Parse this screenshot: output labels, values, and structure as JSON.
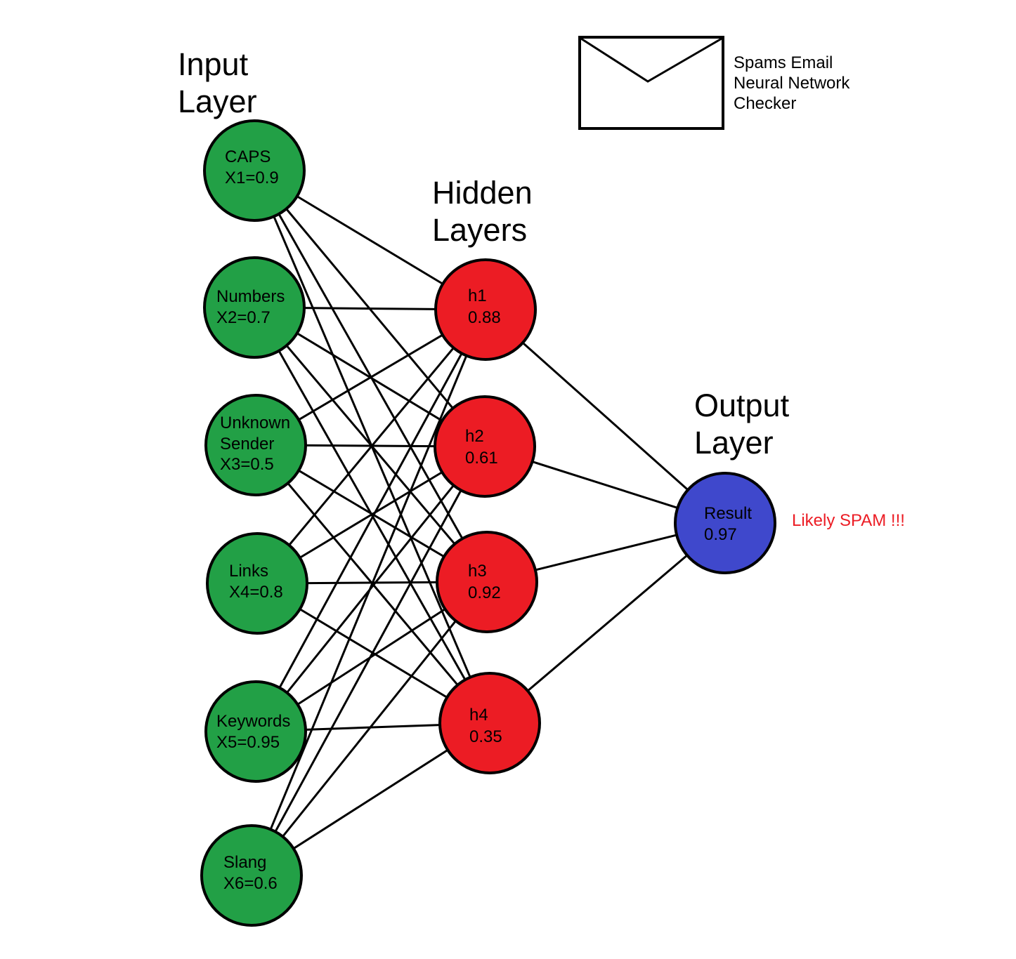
{
  "titles": {
    "input": [
      "Input",
      "Layer"
    ],
    "hidden": [
      "Hidden",
      "Layers"
    ],
    "output": [
      "Output",
      "Layer"
    ]
  },
  "caption": [
    "Spams Email",
    "Neural Network",
    "Checker"
  ],
  "input_nodes": [
    {
      "id": "x1",
      "lines": [
        "CAPS",
        "X1=0.9"
      ]
    },
    {
      "id": "x2",
      "lines": [
        "Numbers",
        "X2=0.7"
      ]
    },
    {
      "id": "x3",
      "lines": [
        "Unknown",
        "Sender",
        "X3=0.5"
      ]
    },
    {
      "id": "x4",
      "lines": [
        "Links",
        "X4=0.8"
      ]
    },
    {
      "id": "x5",
      "lines": [
        "Keywords",
        "X5=0.95"
      ]
    },
    {
      "id": "x6",
      "lines": [
        "Slang",
        "X6=0.6"
      ]
    }
  ],
  "hidden_nodes": [
    {
      "id": "h1",
      "lines": [
        "h1",
        "0.88"
      ]
    },
    {
      "id": "h2",
      "lines": [
        "h2",
        "0.61"
      ]
    },
    {
      "id": "h3",
      "lines": [
        "h3",
        "0.92"
      ]
    },
    {
      "id": "h4",
      "lines": [
        "h4",
        "0.35"
      ]
    }
  ],
  "output_node": {
    "id": "result",
    "lines": [
      "Result",
      "0.97"
    ]
  },
  "verdict": "Likely SPAM !!!",
  "colors": {
    "input": "#22a046",
    "hidden": "#ec1c24",
    "output": "#3f48cc",
    "verdict": "#ec1c24",
    "edge": "#000000"
  }
}
